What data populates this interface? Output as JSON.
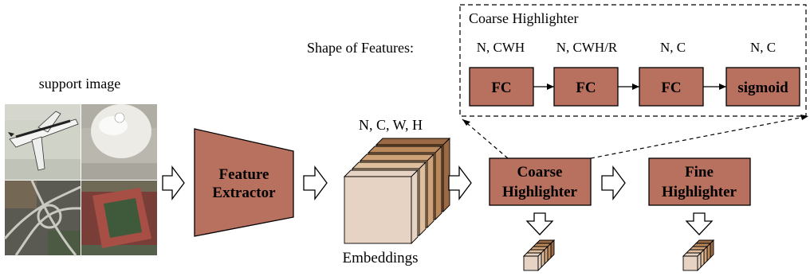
{
  "support": {
    "label": "support image",
    "tiles": [
      {
        "name": "airplane",
        "bg": "#cfd3c8"
      },
      {
        "name": "storage-tank",
        "bg": "#b9b7ae"
      },
      {
        "name": "interchange",
        "bg": "#5a5a52"
      },
      {
        "name": "ground-track-field",
        "bg": "#7a3e38"
      }
    ]
  },
  "feature_extractor": {
    "line1": "Feature",
    "line2": "Extractor"
  },
  "embeddings": {
    "shape": "N, C, W, H",
    "label": "Embeddings"
  },
  "coarse_highlighter": {
    "line1": "Coarse",
    "line2": "Highlighter"
  },
  "fine_highlighter": {
    "line1": "Fine",
    "line2": "Highlighter"
  },
  "detail": {
    "title": "Coarse Highlighter",
    "shape_label": "Shape of Features:",
    "shapes": [
      "N, CWH",
      "N, CWH/R",
      "N, C",
      "N, C"
    ],
    "blocks": [
      "FC",
      "FC",
      "FC",
      "sigmoid"
    ]
  },
  "colors": {
    "block_fill": "#b8705f",
    "block_stroke": "#000000",
    "cube_front": "#e7d3c4",
    "cube_layers": [
      "#ead9cb",
      "#dfbf9e",
      "#cfa278",
      "#b9895c",
      "#9b6a45"
    ]
  }
}
